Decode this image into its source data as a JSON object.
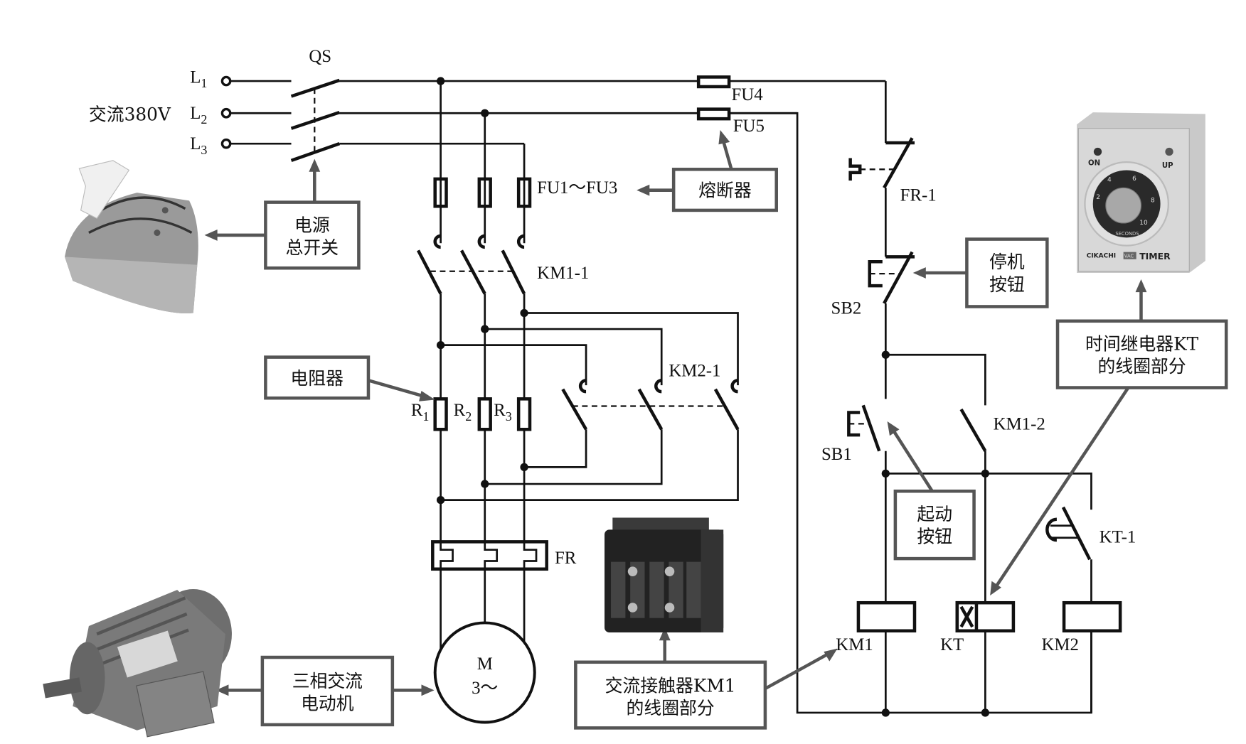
{
  "power": {
    "supply_label": "交流380V",
    "lines": [
      {
        "name": "L",
        "sub": "1"
      },
      {
        "name": "L",
        "sub": "2"
      },
      {
        "name": "L",
        "sub": "3"
      }
    ],
    "main_switch": "QS"
  },
  "components": {
    "fuse4": "FU4",
    "fuse5": "FU5",
    "fuses_main": "FU1～FU3",
    "km1_main": "KM1-1",
    "km2_main": "KM2-1",
    "resistors": [
      {
        "name": "R",
        "sub": "1"
      },
      {
        "name": "R",
        "sub": "2"
      },
      {
        "name": "R",
        "sub": "3"
      }
    ],
    "overload": "FR",
    "motor_line1": "M",
    "motor_line2": "3～",
    "fr_contact": "FR-1",
    "stop_button": "SB2",
    "start_button": "SB1",
    "km1_aux": "KM1-2",
    "kt_contact": "KT-1",
    "coil_km1": "KM1",
    "coil_kt": "KT",
    "coil_km2": "KM2"
  },
  "callouts": {
    "main_switch": [
      "电源",
      "总开关"
    ],
    "fuse": [
      "熔断器"
    ],
    "resistor": [
      "电阻器"
    ],
    "motor": [
      "三相交流",
      "电动机"
    ],
    "contactor": [
      "交流接触器KM1",
      "的线圈部分"
    ],
    "stop": [
      "停机",
      "按钮"
    ],
    "start": [
      "起动",
      "按钮"
    ],
    "timer": [
      "时间继电器KT",
      "的线圈部分"
    ]
  },
  "timer_photo": {
    "on": "ON",
    "up": "UP",
    "brand": "CIKACHI",
    "vac": "VAC",
    "model": "TIMER",
    "unit": "SECONDS",
    "dial": [
      "2",
      "4",
      "6",
      "8",
      "10"
    ]
  }
}
